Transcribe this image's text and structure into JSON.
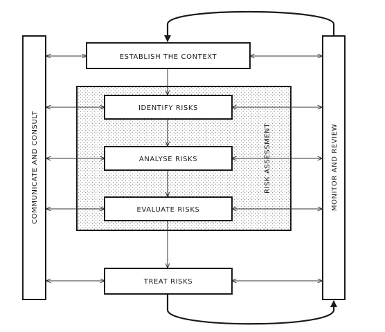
{
  "diagram": {
    "side_left": "COMMUNICATE AND CONSULT",
    "side_right": "MONITOR AND REVIEW",
    "context": "ESTABLISH THE CONTEXT",
    "identify": "IDENTIFY RISKS",
    "analyse": "ANALYSE RISKS",
    "evaluate": "EVALUATE RISKS",
    "treat": "TREAT RISKS",
    "assessment": "RISK ASSESSMENT"
  }
}
